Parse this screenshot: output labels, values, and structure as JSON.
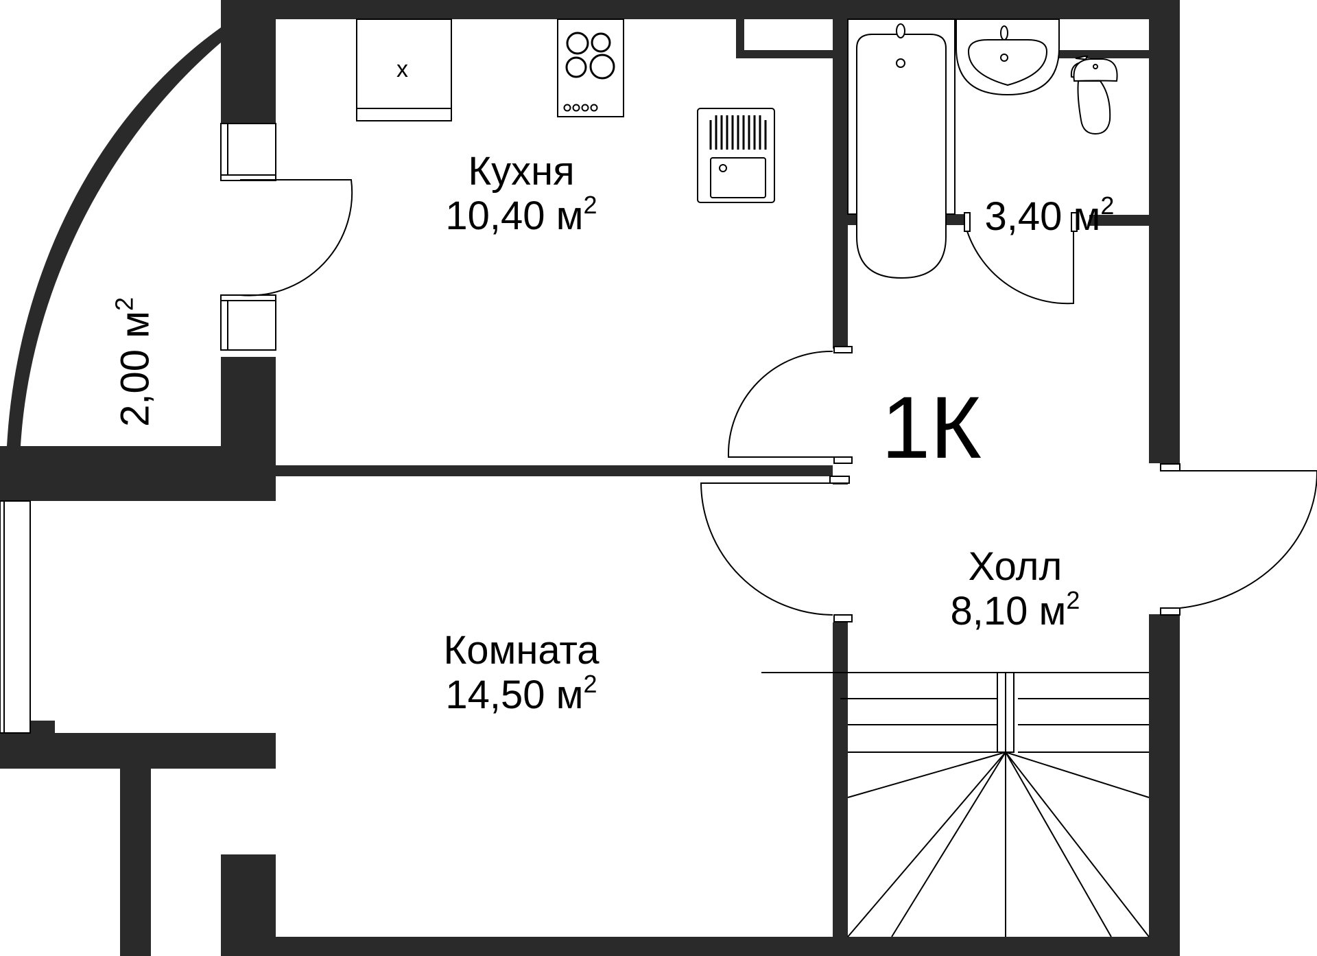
{
  "plan": {
    "type_label": "1К",
    "unit": "м",
    "unit_power": "2"
  },
  "rooms": [
    {
      "id": "kitchen",
      "name": "Кухня",
      "area": "10,40 м",
      "sup": "2"
    },
    {
      "id": "bathroom",
      "name": "",
      "area": "3,40 м",
      "sup": "2"
    },
    {
      "id": "balcony",
      "name": "",
      "area": "2,00 м",
      "sup": "2"
    },
    {
      "id": "room",
      "name": "Комната",
      "area": "14,50 м",
      "sup": "2"
    },
    {
      "id": "hall",
      "name": "Холл",
      "area": "8,10 м",
      "sup": "2"
    }
  ],
  "fixtures": {
    "fridge_mark": "x"
  },
  "colors": {
    "wall": "#2a2a2a",
    "line": "#000000",
    "background": "#ffffff"
  }
}
